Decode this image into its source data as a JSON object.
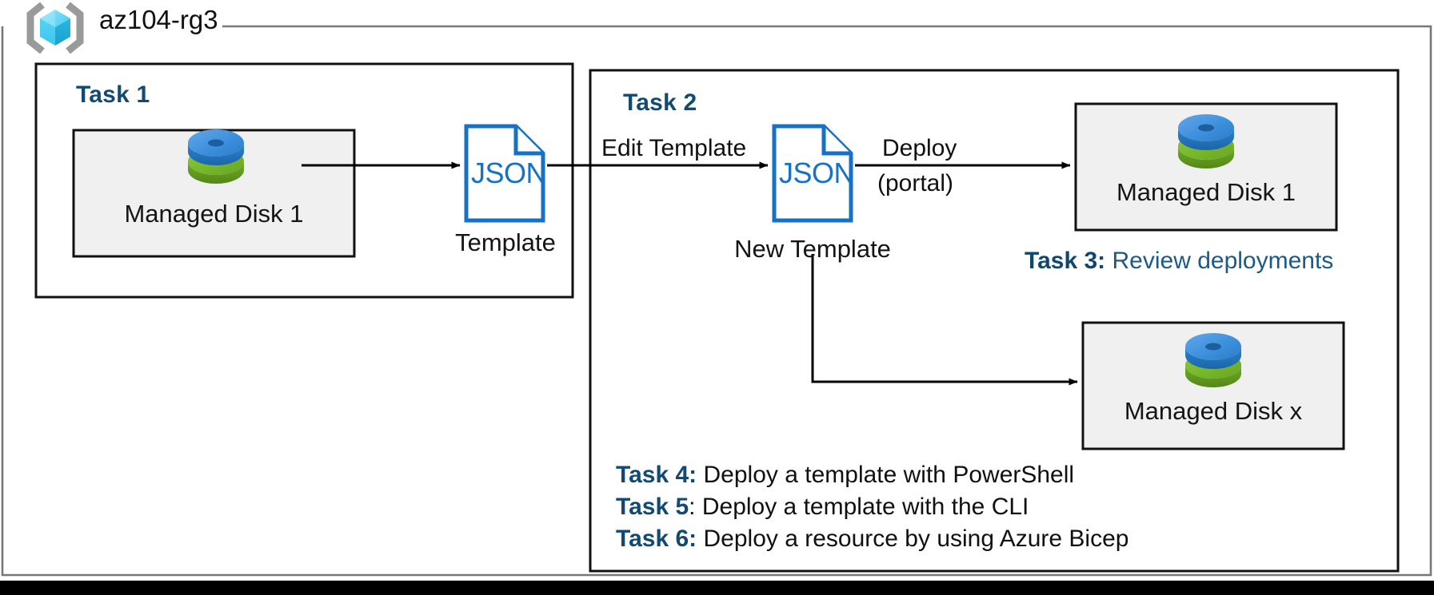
{
  "diagram": {
    "title": "az104-rg3",
    "resource_group_icon": "azure-resource-group-icon",
    "accent_blue": "#1572c4",
    "task_heading_color": "#134a72",
    "node_fill": "#f0f0f0"
  },
  "task1": {
    "heading": "Task 1",
    "disk": {
      "label": "Managed Disk 1",
      "icon": "managed-disk-icon"
    },
    "template": {
      "file_type": "JSON",
      "caption": "Template"
    }
  },
  "task2": {
    "heading": "Task 2",
    "edit_label": "Edit Template",
    "new_template": {
      "file_type": "JSON",
      "caption": "New Template"
    },
    "deploy_label_line1": "Deploy",
    "deploy_label_line2": "(portal)",
    "disk_top": {
      "label": "Managed Disk 1",
      "icon": "managed-disk-icon"
    },
    "disk_bottom": {
      "label": "Managed Disk x",
      "icon": "managed-disk-icon"
    }
  },
  "task3": {
    "bold": "Task 3:",
    "text": " Review deployments"
  },
  "tasks_list": [
    {
      "bold": "Task 4:",
      "text": " Deploy a template with PowerShell"
    },
    {
      "bold": "Task 5",
      "text": ": Deploy a template with the CLI"
    },
    {
      "bold": "Task 6:",
      "text": " Deploy a resource by using Azure Bicep"
    }
  ]
}
